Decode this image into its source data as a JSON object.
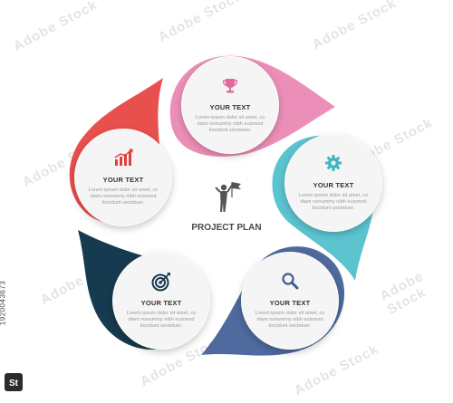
{
  "center": {
    "label": "PROJECT PLAN",
    "icon": "person-flag-icon"
  },
  "segments": [
    {
      "id": "top",
      "title": "YOUR TEXT",
      "body": "Lorem ipsum dolor sit amet, co diam nonummy nibh euismod tincidunt sectetuer.",
      "icon": "trophy-icon",
      "color": "#ec8fb8"
    },
    {
      "id": "right",
      "title": "YOUR TEXT",
      "body": "Lorem ipsum dolor sit amet, co diam nonummy nibh euismod tincidunt sectetuer.",
      "icon": "gear-icon",
      "color": "#5cc4cf"
    },
    {
      "id": "bottom-right",
      "title": "YOUR TEXT",
      "body": "Lorem ipsum dolor sit amet, co diam nonummy nibh euismod tincidunt sectetuer.",
      "icon": "search-icon",
      "color": "#4e6a9e"
    },
    {
      "id": "bottom-left",
      "title": "YOUR TEXT",
      "body": "Lorem ipsum dolor sit amet, co diam nonummy nibh euismod tincidunt sectetuer.",
      "icon": "target-icon",
      "color": "#163a4f"
    },
    {
      "id": "left",
      "title": "YOUR TEXT",
      "body": "Lorem ipsum dolor sit amet, co diam nonummy nibh euismod tincidunt sectetuer.",
      "icon": "growth-chart-icon",
      "color": "#e8504d"
    }
  ],
  "stock_id": "1920043673",
  "watermark": "Adobe Stock"
}
